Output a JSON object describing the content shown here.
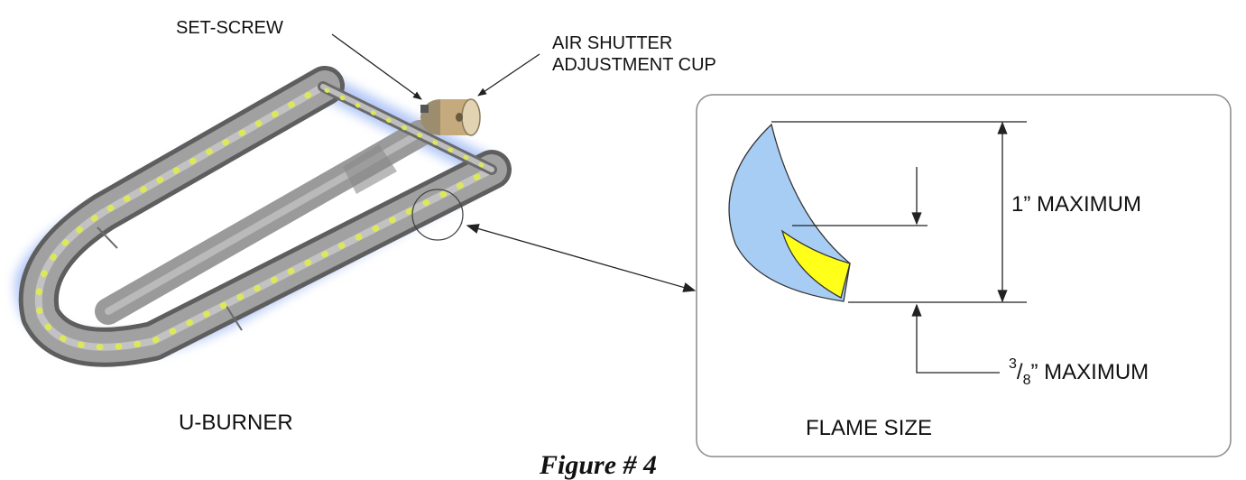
{
  "labels": {
    "set_screw": "SET-SCREW",
    "air_shutter_line1": "AIR SHUTTER",
    "air_shutter_line2": "ADJUSTMENT CUP",
    "u_burner": "U-BURNER",
    "flame_size": "FLAME SIZE",
    "one_inch_max": "1” MAXIMUM",
    "three_eighths": {
      "numerator": "3",
      "slash": "/",
      "denominator": "8",
      "suffix": "” MAXIMUM"
    }
  },
  "caption": "Figure # 4",
  "colors": {
    "tube": "#9a9a9a",
    "tube_dark": "#5e5e5e",
    "flame_glow": "#6f97f0",
    "port_dot": "#dce85a",
    "outer_flame": "#a7cdf4",
    "inner_flame": "#ffff1a",
    "brass": "#c4aa7c"
  },
  "icons": {
    "burner": "u-burner-illustration",
    "flame": "flame-cone-icon"
  }
}
